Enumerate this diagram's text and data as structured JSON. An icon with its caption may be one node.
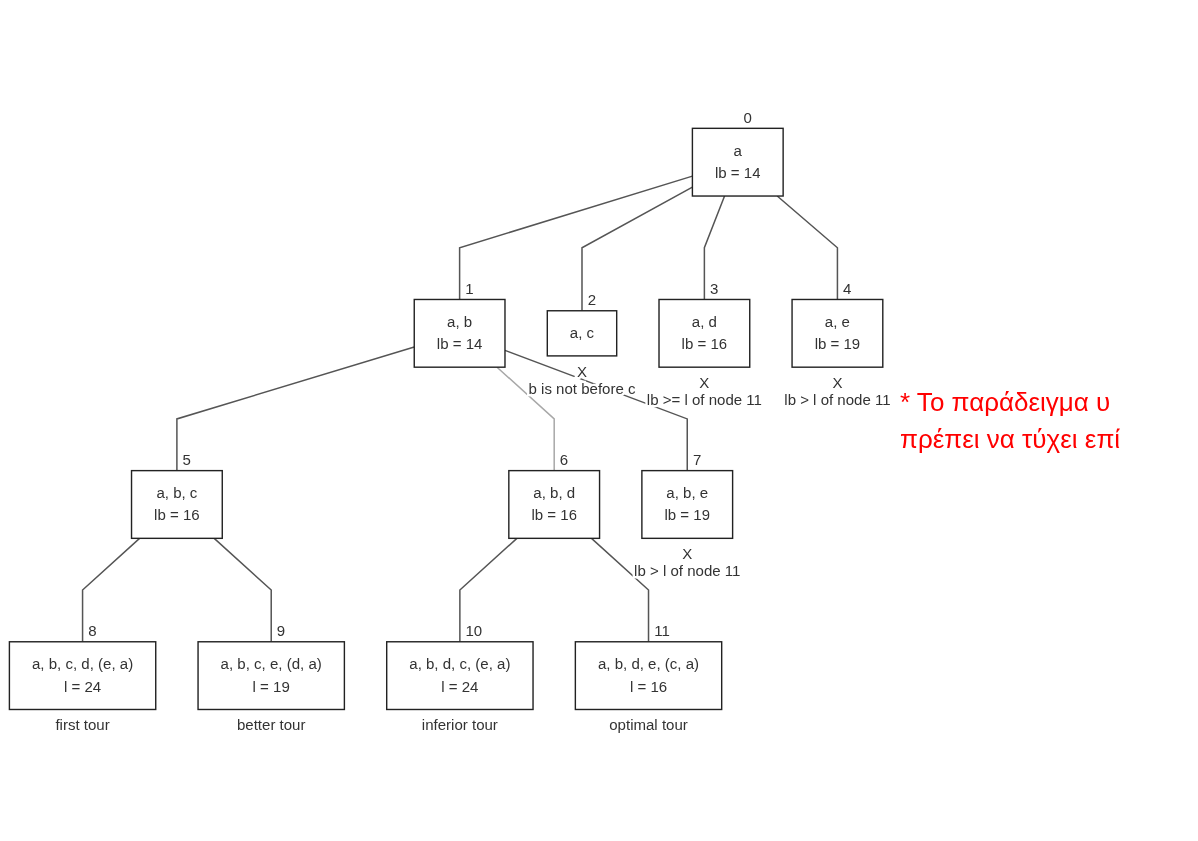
{
  "diagram": {
    "nodes": [
      {
        "text": [
          "a",
          "lb = 14"
        ],
        "beside": [
          "0"
        ]
      },
      {
        "text": [
          "a, b",
          "lb = 14"
        ],
        "beside": [
          "1"
        ]
      },
      {
        "text": [
          "a, c"
        ],
        "beside": [
          "2",
          "X",
          "b is not before c"
        ]
      },
      {
        "text": [
          "a, d",
          "lb = 16"
        ],
        "beside": [
          "3",
          "X",
          "lb >= l of node 11"
        ]
      },
      {
        "text": [
          "a, e",
          "lb = 19"
        ],
        "beside": [
          "4",
          "X",
          "lb > l of node 11"
        ]
      },
      {
        "text": [
          "a, b, c",
          "lb = 16"
        ],
        "beside": [
          "5"
        ]
      },
      {
        "text": [
          "a, b, d",
          "lb = 16"
        ],
        "beside": [
          "6"
        ]
      },
      {
        "text": [
          "a, b, e",
          "lb = 19"
        ],
        "beside": [
          "7",
          "X",
          "lb > l of node 11"
        ]
      },
      {
        "text": [
          "a, b, c, d, (e, a)",
          "l = 24"
        ],
        "beside": [
          "8",
          "first tour"
        ]
      },
      {
        "text": [
          "a, b, c, e, (d, a)",
          "l = 19"
        ],
        "beside": [
          "9",
          "better tour"
        ]
      },
      {
        "text": [
          "a, b, d, c, (e, a)",
          "l = 24"
        ],
        "beside": [
          "10",
          "inferior tour"
        ]
      },
      {
        "text": [
          "a, b, d, e, (c, a)",
          "l = 16"
        ],
        "beside": [
          "11",
          "optimal tour"
        ]
      }
    ],
    "edges": [
      {
        "from": 0,
        "to": 1,
        "arrow": "none"
      },
      {
        "from": 0,
        "to": 2,
        "arrow": "none"
      },
      {
        "from": 0,
        "to": 3,
        "arrow": "none"
      },
      {
        "from": 0,
        "to": 4,
        "arrow": "none"
      },
      {
        "from": 1,
        "to": 5,
        "arrow": "none"
      },
      {
        "from": 1,
        "to": 6,
        "arrow": "none",
        "color": "#a8a8a8"
      },
      {
        "from": 1,
        "to": 7,
        "arrow": "none"
      },
      {
        "from": 5,
        "to": 8,
        "arrow": "none"
      },
      {
        "from": 5,
        "to": 9,
        "arrow": "none"
      },
      {
        "from": 6,
        "to": 10,
        "arrow": "none"
      },
      {
        "from": 6,
        "to": 11,
        "arrow": "none"
      }
    ],
    "labels": [
      "* Το παράδειγμα υ",
      "πρέπει να τύχει επί"
    ]
  }
}
